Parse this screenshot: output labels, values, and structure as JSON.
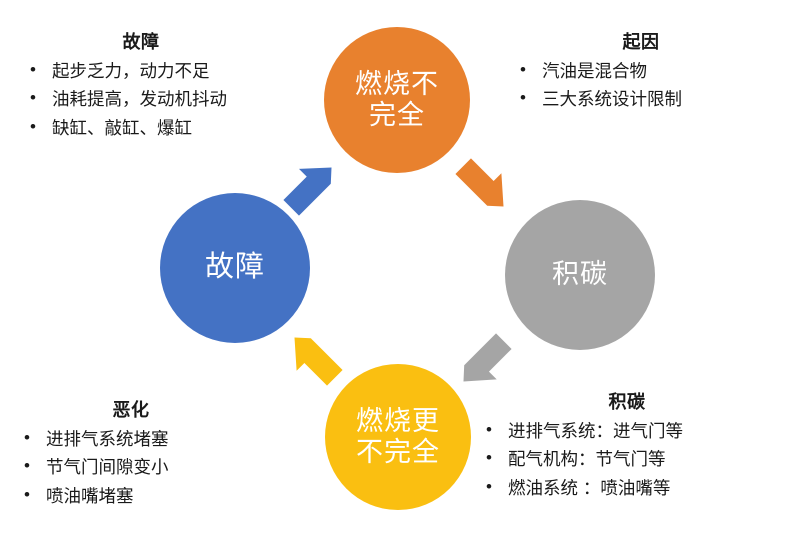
{
  "diagram": {
    "title_hidden": "",
    "background_color": "#FFFFFF",
    "cycle": {
      "direction": "clockwise",
      "nodes": [
        {
          "id": "incomplete-combustion",
          "label_lines": [
            "燃烧不",
            "完全"
          ],
          "color": "#E8812E",
          "position": "top"
        },
        {
          "id": "carbon-deposit",
          "label_lines": [
            "积碳"
          ],
          "color": "#A5A5A5",
          "position": "right"
        },
        {
          "id": "worse-combustion",
          "label_lines": [
            "燃烧更",
            "不完全"
          ],
          "color": "#FABF11",
          "position": "bottom"
        },
        {
          "id": "fault",
          "label_lines": [
            "故障"
          ],
          "color": "#4472C4",
          "position": "left"
        }
      ],
      "arrows": [
        {
          "id": "arrow-orange",
          "from": "incomplete-combustion",
          "to": "carbon-deposit",
          "color": "#E8812E",
          "direction": "down-right"
        },
        {
          "id": "arrow-gray",
          "from": "carbon-deposit",
          "to": "worse-combustion",
          "color": "#A5A5A5",
          "direction": "down-left"
        },
        {
          "id": "arrow-yellow",
          "from": "worse-combustion",
          "to": "fault",
          "color": "#FABF11",
          "direction": "up-left"
        },
        {
          "id": "arrow-blue",
          "from": "fault",
          "to": "incomplete-combustion",
          "color": "#4472C4",
          "direction": "up-right"
        }
      ]
    },
    "annotations": {
      "top_left": {
        "heading": "故障",
        "bullet_char": "•",
        "items": [
          "起步乏力，动力不足",
          "油耗提高，发动机抖动",
          "缺缸、敲缸、爆缸"
        ]
      },
      "top_right": {
        "heading": "起因",
        "bullet_char": "•",
        "items": [
          "汽油是混合物",
          "三大系统设计限制"
        ]
      },
      "bottom_left": {
        "heading": "恶化",
        "bullet_char": "•",
        "items": [
          "进排气系统堵塞",
          "节气门间隙变小",
          "喷油嘴堵塞"
        ]
      },
      "bottom_right": {
        "heading": "积碳",
        "bullet_char": "•",
        "items": [
          "进排气系统：进气门等",
          "配气机构：节气门等",
          "燃油系统 ：喷油嘴等"
        ]
      }
    }
  }
}
